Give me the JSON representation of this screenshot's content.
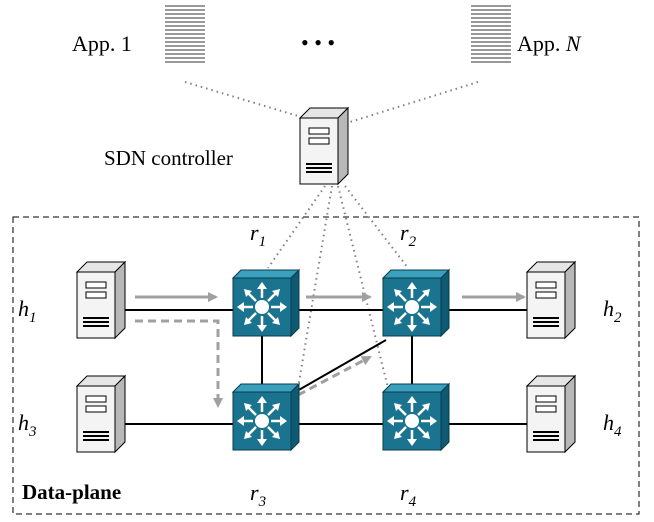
{
  "apps": [
    {
      "name": "App. 1"
    },
    {
      "name": "App. ",
      "italic_suffix": "N"
    }
  ],
  "ellipsis": "• • •",
  "controller": {
    "label": "SDN controller"
  },
  "dataplane": {
    "label": "Data-plane"
  },
  "switches": [
    {
      "id": "r1",
      "base": "r",
      "sub": "1"
    },
    {
      "id": "r2",
      "base": "r",
      "sub": "2"
    },
    {
      "id": "r3",
      "base": "r",
      "sub": "3"
    },
    {
      "id": "r4",
      "base": "r",
      "sub": "4"
    }
  ],
  "hosts": [
    {
      "id": "h1",
      "base": "h",
      "sub": "1"
    },
    {
      "id": "h2",
      "base": "h",
      "sub": "2"
    },
    {
      "id": "h3",
      "base": "h",
      "sub": "3"
    },
    {
      "id": "h4",
      "base": "h",
      "sub": "4"
    }
  ],
  "colors": {
    "switch_fill": "#1a7490",
    "switch_top": "#3aa0bd",
    "switch_side": "#0e5a72",
    "arrow": "#a0a0a0",
    "link": "#000000",
    "control_link": "#808080",
    "server_body": "#f2f2f2",
    "server_side": "#b8b8b8"
  },
  "icons": {
    "app": "app-stack-icon",
    "server": "server-icon",
    "switch": "network-switch-icon"
  }
}
